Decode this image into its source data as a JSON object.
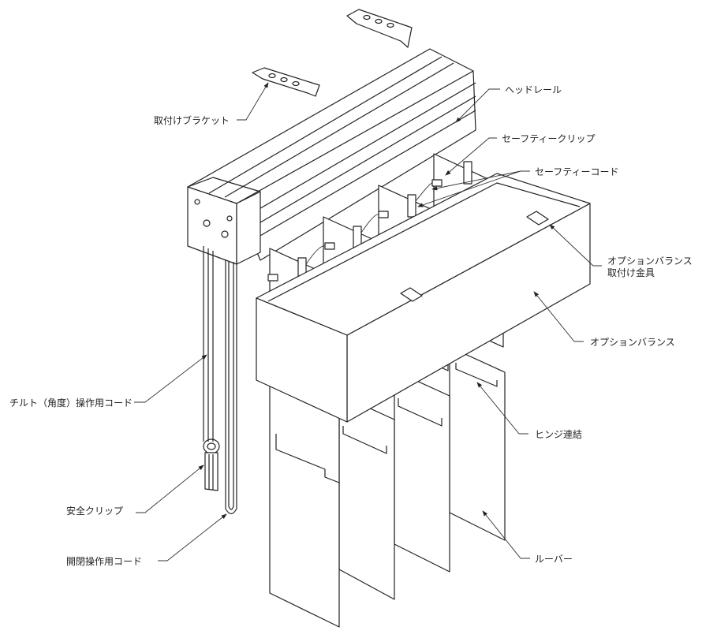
{
  "diagram": {
    "labels": {
      "bracket": "取付けブラケット",
      "head_rail": "ヘッドレール",
      "safety_clip": "セーフティークリップ",
      "safety_cord": "セーフティーコード",
      "valance_fitting_line1": "オプションバランス",
      "valance_fitting_line2": "取付け金具",
      "valance": "オプションバランス",
      "tilt_cord": "チルト（角度）操作用コード",
      "hinge": "ヒンジ連結",
      "safety_key_clip": "安全クリップ",
      "open_close_cord": "開閉操作用コード",
      "louver": "ルーバー"
    }
  }
}
